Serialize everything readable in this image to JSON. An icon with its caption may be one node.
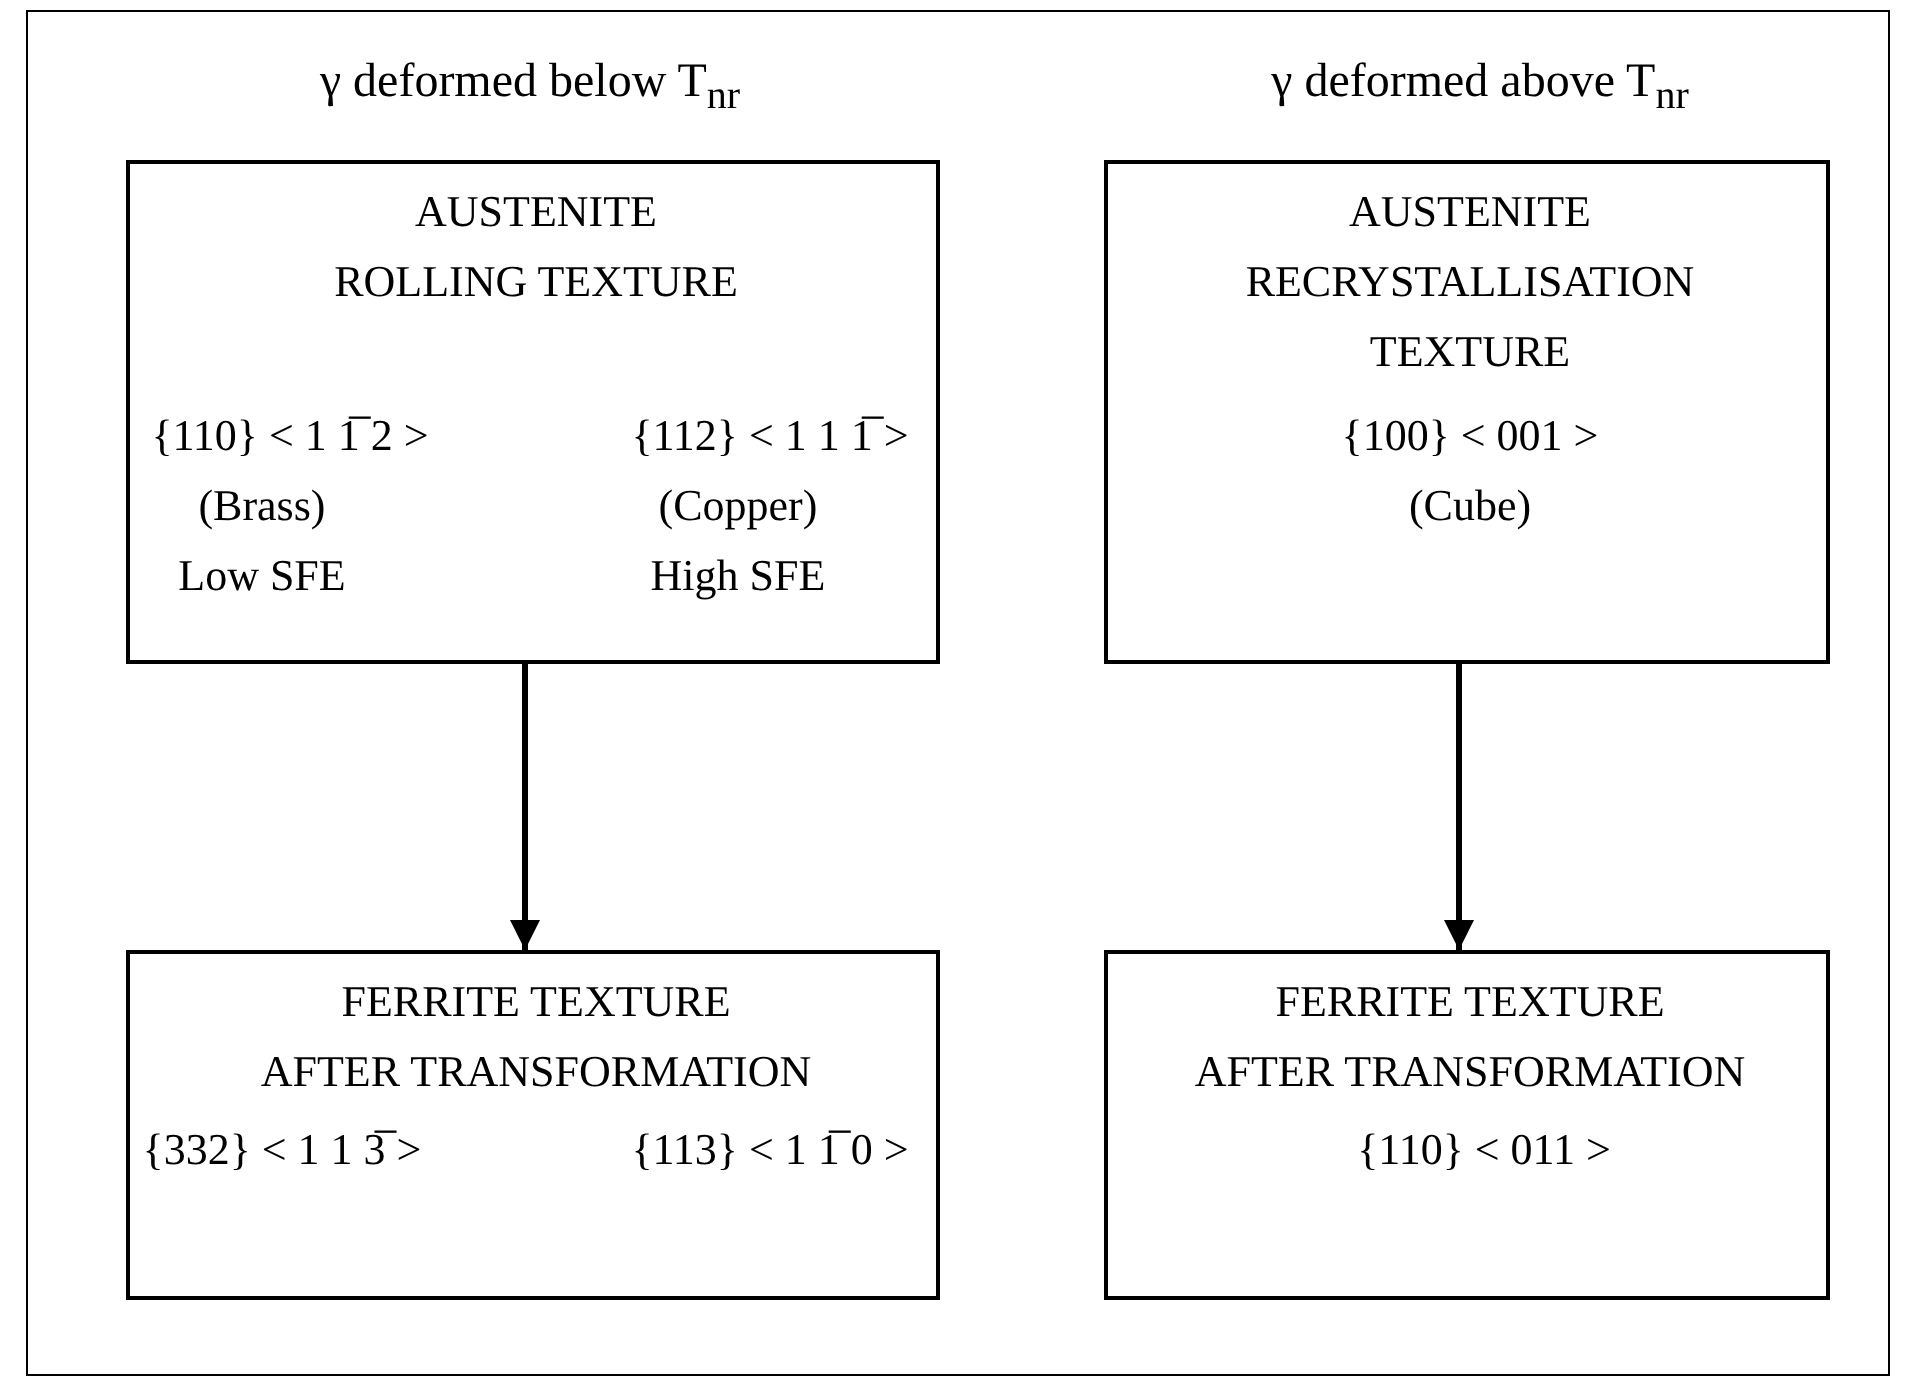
{
  "diagram": {
    "nodes": [
      {
        "text": [
          "AUSTENITE ROLLING TEXTURE",
          "{110} < 1 1̅ 2 >",
          "{112} < 1 1 1̅ >",
          "(Brass) Low SFE",
          "(Copper) High SFE"
        ]
      },
      {
        "text": [
          "AUSTENITE RECRYSTALLISATION TEXTURE",
          "{100} < 001 >",
          "(Cube)"
        ]
      },
      {
        "text": [
          "FERRITE TEXTURE AFTER TRANSFORMATION",
          "{332} < 1 1 3̅ >",
          "{113} < 1 1̅ 0 >"
        ]
      },
      {
        "text": [
          "FERRITE TEXTURE AFTER TRANSFORMATION",
          "{110} < 011 >"
        ]
      }
    ],
    "edges": [
      {
        "from": 0,
        "to": 2,
        "arrow": "to"
      },
      {
        "from": 1,
        "to": 3,
        "arrow": "to"
      }
    ],
    "labels": [
      "γ deformed below T$_{nr}$",
      "γ deformed above T$_{nr}$"
    ]
  }
}
